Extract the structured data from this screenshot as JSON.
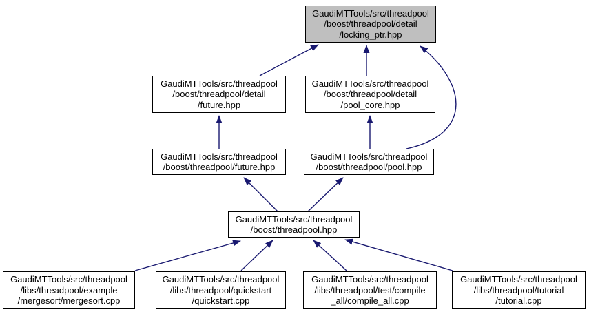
{
  "graph": {
    "colors": {
      "edge": "#191970",
      "node_border": "#000000",
      "node_fill": "#ffffff",
      "current_node_fill": "#bfbfbf",
      "background": "#ffffff"
    },
    "nodes": {
      "locking_ptr": {
        "label": "GaudiMTTools/src/threadpool\n/boost/threadpool/detail\n/locking_ptr.hpp",
        "current": true
      },
      "detail_future": {
        "label": "GaudiMTTools/src/threadpool\n/boost/threadpool/detail\n/future.hpp",
        "current": false
      },
      "pool_core": {
        "label": "GaudiMTTools/src/threadpool\n/boost/threadpool/detail\n/pool_core.hpp",
        "current": false
      },
      "future": {
        "label": "GaudiMTTools/src/threadpool\n/boost/threadpool/future.hpp",
        "current": false
      },
      "pool": {
        "label": "GaudiMTTools/src/threadpool\n/boost/threadpool/pool.hpp",
        "current": false
      },
      "threadpool": {
        "label": "GaudiMTTools/src/threadpool\n/boost/threadpool.hpp",
        "current": false
      },
      "mergesort": {
        "label": "GaudiMTTools/src/threadpool\n/libs/threadpool/example\n/mergesort/mergesort.cpp",
        "current": false
      },
      "quickstart": {
        "label": "GaudiMTTools/src/threadpool\n/libs/threadpool/quickstart\n/quickstart.cpp",
        "current": false
      },
      "compile_all": {
        "label": "GaudiMTTools/src/threadpool\n/libs/threadpool/test/compile\n_all/compile_all.cpp",
        "current": false
      },
      "tutorial": {
        "label": "GaudiMTTools/src/threadpool\n/libs/threadpool/tutorial\n/tutorial.cpp",
        "current": false
      }
    },
    "edges": [
      {
        "from": "detail_future",
        "to": "locking_ptr"
      },
      {
        "from": "pool_core",
        "to": "locking_ptr"
      },
      {
        "from": "pool",
        "to": "locking_ptr"
      },
      {
        "from": "future",
        "to": "detail_future"
      },
      {
        "from": "pool",
        "to": "pool_core"
      },
      {
        "from": "threadpool",
        "to": "future"
      },
      {
        "from": "threadpool",
        "to": "pool"
      },
      {
        "from": "mergesort",
        "to": "threadpool"
      },
      {
        "from": "quickstart",
        "to": "threadpool"
      },
      {
        "from": "compile_all",
        "to": "threadpool"
      },
      {
        "from": "tutorial",
        "to": "threadpool"
      }
    ]
  }
}
